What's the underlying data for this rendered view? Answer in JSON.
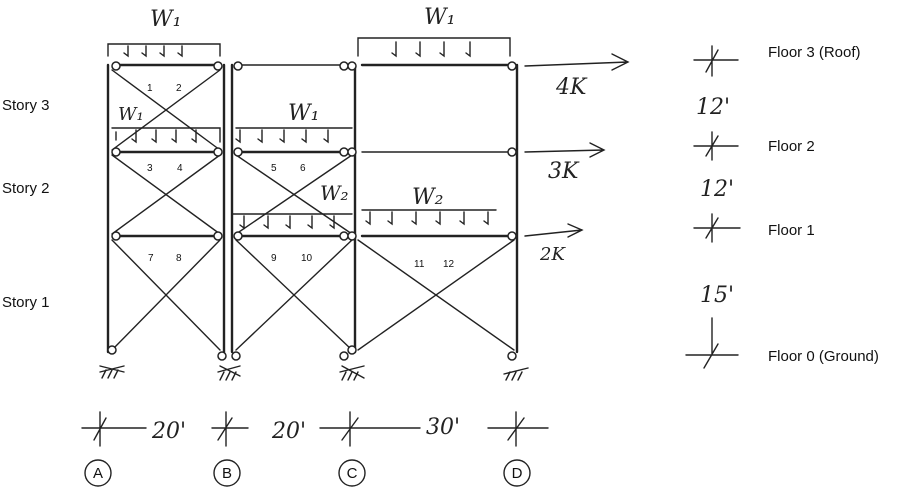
{
  "story_labels": {
    "story3": "Story 3",
    "story2": "Story 2",
    "story1": "Story 1"
  },
  "floor_labels": {
    "f3": "Floor 3 (Roof)",
    "f2": "Floor 2",
    "f1": "Floor 1",
    "f0": "Floor 0 (Ground)"
  },
  "height_dims": {
    "h3": "12'",
    "h2": "12'",
    "h1": "15'"
  },
  "span_dims": {
    "ab": "20'",
    "bc": "20'",
    "cd": "30'"
  },
  "grid_labels": {
    "a": "A",
    "b": "B",
    "c": "C",
    "d": "D"
  },
  "loads": {
    "roof_ab": "W₁",
    "roof_cd": "W₁",
    "floor2_ab": "W₁",
    "floor2_bc": "W₁",
    "floor1_bc": "W₂",
    "floor1_cd": "W₂"
  },
  "lateral_loads": {
    "roof": "4K",
    "floor2": "3K",
    "floor1": "2K"
  },
  "members": {
    "m1": "1",
    "m2": "2",
    "m3": "3",
    "m4": "4",
    "m5": "5",
    "m6": "6",
    "m7": "7",
    "m8": "8",
    "m9": "9",
    "m10": "10",
    "m11": "11",
    "m12": "12"
  }
}
